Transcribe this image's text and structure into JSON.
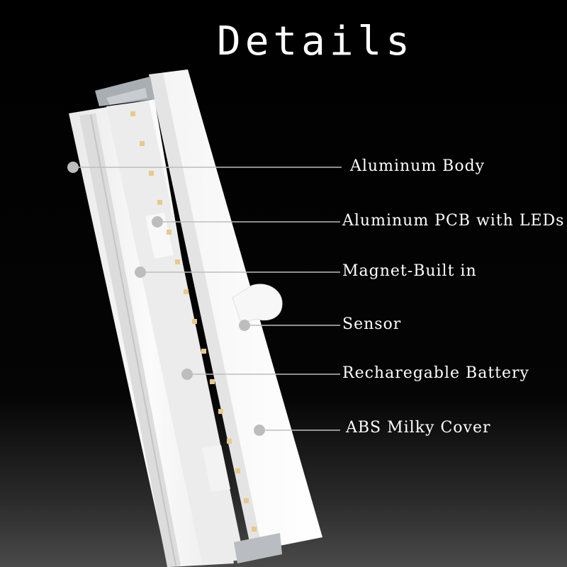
{
  "title": "Details",
  "callouts": [
    {
      "label": "Aluminum Body",
      "icon": "dot-marker"
    },
    {
      "label": "Aluminum PCB with LEDs",
      "icon": "dot-marker"
    },
    {
      "label": "Magnet-Built in",
      "icon": "dot-marker"
    },
    {
      "label": "Sensor",
      "icon": "dot-marker"
    },
    {
      "label": "Recharegable Battery",
      "icon": "dot-marker"
    },
    {
      "label": "ABS Milky Cover",
      "icon": "dot-marker"
    }
  ],
  "colors": {
    "background": "#000000",
    "text": "#ffffff",
    "product_body": "#f2f2f2",
    "led": "#e8c98a",
    "marker": "#bdbdbd"
  }
}
